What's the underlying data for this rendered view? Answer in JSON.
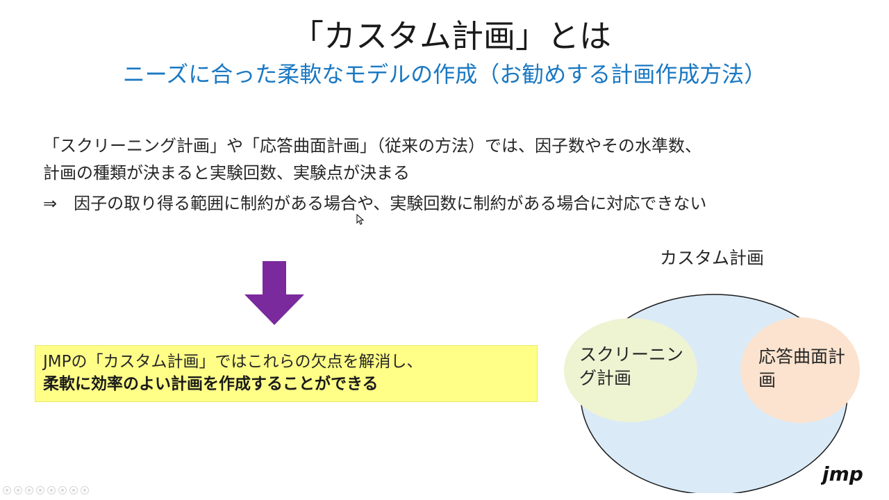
{
  "slide": {
    "title": "「カスタム計画」とは",
    "subtitle": "ニーズに合った柔軟なモデルの作成（お勧めする計画作成方法）",
    "body_lines": [
      "「スクリーニング計画」や「応答曲面計画」（従来の方法）では、因子数やその水準数、",
      "計画の種類が決まると実験回数、実験点が決まる",
      "⇒　因子の取り得る範囲に制約がある場合や、実験回数に制約がある場合に対応できない"
    ],
    "highlight": {
      "line1": "JMPの「カスタム計画」ではこれらの欠点を解消し、",
      "line2": "柔軟に効率のよい計画を作成することができる"
    },
    "venn": {
      "outer_label": "カスタム計画",
      "left_label": "スクリーニング計画",
      "right_label": "応答曲面計画"
    },
    "logo_text": "jmp"
  },
  "colors": {
    "subtitle": "#1a78c2",
    "arrow": "#7a2a9c",
    "highlight_bg": "#ffff88",
    "outer_circle": "#daeaf7",
    "screening_circle": "#eef3d2",
    "response_circle": "#fbe3cf"
  },
  "icons": [
    "down-arrow-icon",
    "mouse-pointer-icon",
    "presentation-toolbar-icon",
    "jmp-logo"
  ]
}
